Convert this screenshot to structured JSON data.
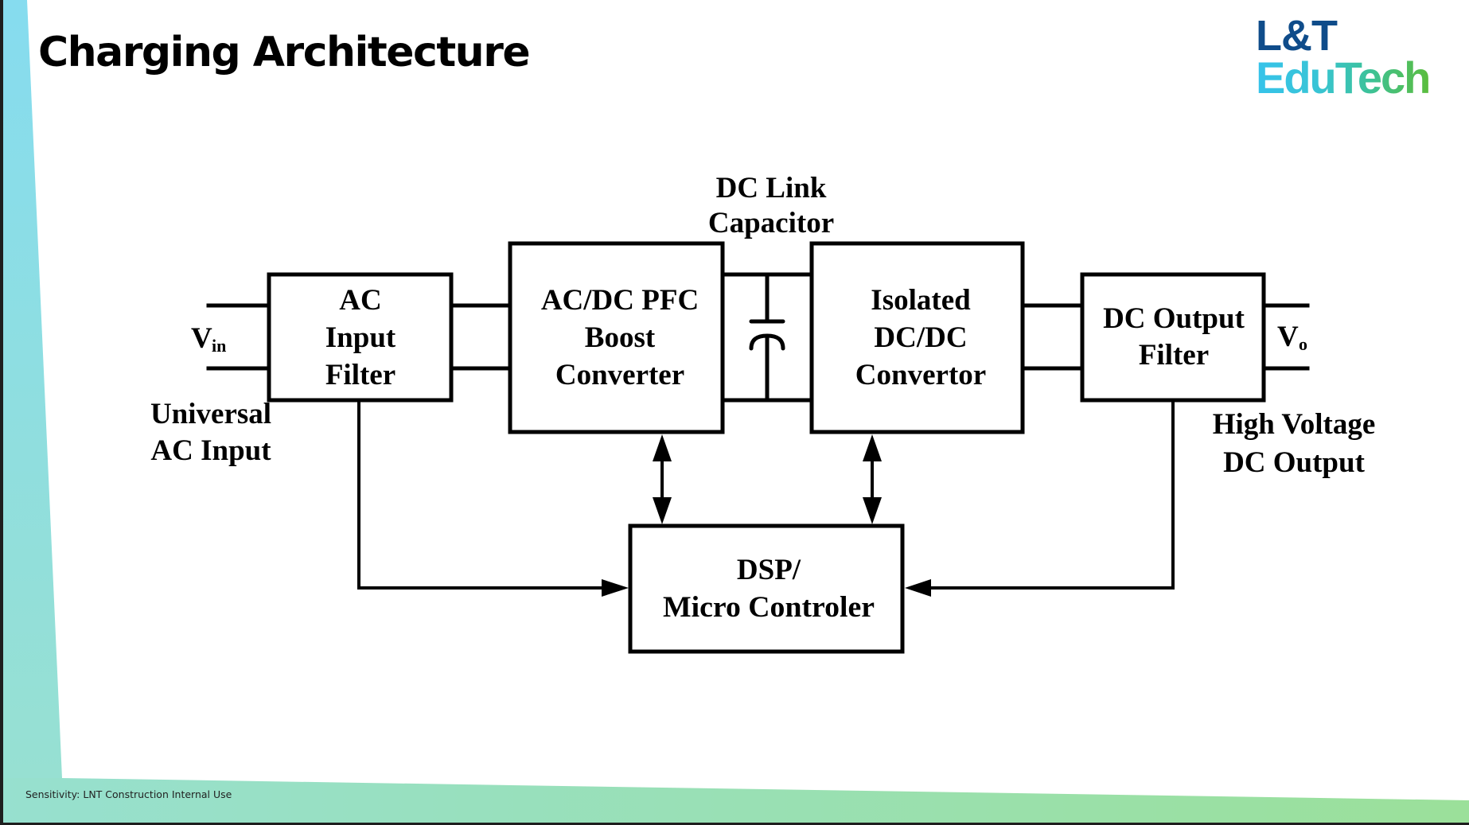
{
  "slide": {
    "title": "Charging Architecture",
    "sensitivity_label": "Sensitivity: LNT Construction Internal Use"
  },
  "logo": {
    "line1": "L&T",
    "line2": "EduTech",
    "colors": {
      "line1": "#0f4c8a",
      "line2_gradient": [
        "#36c3ea",
        "#3cc29a",
        "#5bbd3d"
      ]
    }
  },
  "theme": {
    "left_band_colors": [
      "#86dcef",
      "#97e0d2"
    ],
    "bottom_band_colors": [
      "#97e0cf",
      "#9be09a"
    ]
  },
  "diagram": {
    "blocks": {
      "ac_input_filter": {
        "lines": [
          "AC",
          "Input",
          "Filter"
        ]
      },
      "pfc_boost": {
        "lines": [
          "AC/DC PFC",
          "Boost",
          "Converter"
        ]
      },
      "isolated_dcdc": {
        "lines": [
          "Isolated",
          "DC/DC",
          "Convertor"
        ]
      },
      "dc_output_filter": {
        "lines": [
          "DC Output",
          "Filter"
        ]
      },
      "controller": {
        "lines": [
          "DSP/",
          "Micro Controler"
        ]
      }
    },
    "labels": {
      "vin": {
        "main": "V",
        "sub": "in"
      },
      "vo": {
        "main": "V",
        "sub": "o"
      },
      "input_caption": [
        "Universal",
        "AC Input"
      ],
      "dc_link_caption": [
        "DC Link",
        "Capacitor"
      ],
      "output_caption": [
        "High Voltage",
        "DC Output"
      ]
    }
  }
}
